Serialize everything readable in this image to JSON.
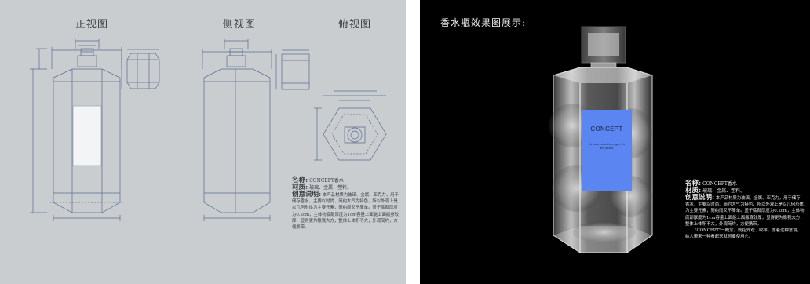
{
  "left_panel": {
    "views": {
      "front": "正视图",
      "side": "侧视图",
      "top": "俯视图"
    },
    "spec": {
      "name_label": "名称:",
      "name_value": "CONCEPT香水",
      "material_label": "材质:",
      "material_value": "玻璃、金属、塑料。",
      "concept_label": "创意说明:",
      "concept_text": "本产品材质为玻璃、金属、亚克力，用于储存香水，主要以时尚、简约大气为特色，所以外观上是以几何形体为主要元素，简约而又不简单。盖子底部厚度为0.2cm，主体物底部厚度为1cm容量上面能上面瓶身较厚，显得更为稳我大方，整体上体积不大，外观简约，方便携带。"
    }
  },
  "right_panel": {
    "title": "香水瓶效果图展示:",
    "label": {
      "brand": "CONCEPT",
      "tagline": "It's not a you or Here,ugerr, it's time please."
    },
    "spec": {
      "name_label": "名称:",
      "name_value": "CONCEPT香水",
      "material_label": "材质:",
      "material_value": "玻璃、金属、塑料。",
      "concept_label": "创意说明:",
      "concept_text": "本产品材质为玻璃、金属、亚克力，用于储存香水，主要以时尚、简约大气为特色，所以外观上是以几何形体为主要元素，简约而又不简单。盖子底部厚度为0.2cm，主体物底部厚度为1cm容量上面能上面瓶身较厚，显得更为稳我大方，整体上体积不大，外观简约，方便携带。",
      "concept_extra": "\"CONCEPT\"一概念，既指外观、纹样，亦着这种意境，给人带来一种看起来就想要使用它。"
    }
  },
  "colors": {
    "drawing_bg": "#c9cdd0",
    "line": "#5a6a8a",
    "label_blue": "#5b86f2",
    "render_bg": "#000000"
  }
}
